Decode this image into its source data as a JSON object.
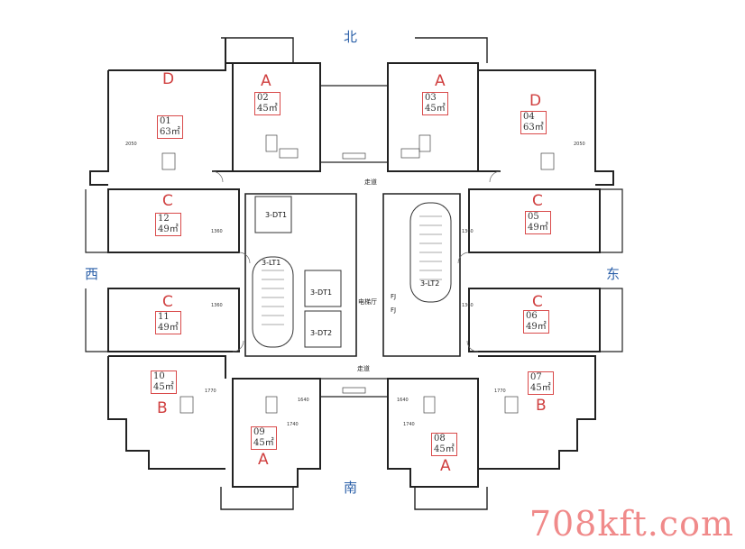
{
  "compass": {
    "north": "北",
    "south": "南",
    "west": "西",
    "east": "东"
  },
  "units": [
    {
      "id": "01",
      "area": "63㎡",
      "type": "D"
    },
    {
      "id": "02",
      "area": "45㎡",
      "type": "A"
    },
    {
      "id": "03",
      "area": "45㎡",
      "type": "A"
    },
    {
      "id": "04",
      "area": "63㎡",
      "type": "D"
    },
    {
      "id": "05",
      "area": "49㎡",
      "type": "C"
    },
    {
      "id": "06",
      "area": "49㎡",
      "type": "C"
    },
    {
      "id": "07",
      "area": "45㎡",
      "type": "B"
    },
    {
      "id": "08",
      "area": "45㎡",
      "type": "A"
    },
    {
      "id": "09",
      "area": "45㎡",
      "type": "A"
    },
    {
      "id": "10",
      "area": "45㎡",
      "type": "B"
    },
    {
      "id": "11",
      "area": "49㎡",
      "type": "C"
    },
    {
      "id": "12",
      "area": "49㎡",
      "type": "C"
    }
  ],
  "labels": {
    "corridor_top": "走道",
    "corridor_bottom": "走道",
    "elevator_hall": "电梯厅",
    "stair1": "3-LT1",
    "stair2": "3-LT2",
    "elevator1": "3-DT1",
    "elevator2": "3-DT2",
    "shaft_top": "3-DT1",
    "fj1": "FJ",
    "fj2": "FJ"
  },
  "dimensions": [
    "1740",
    "1740",
    "1640",
    "1640",
    "1360",
    "1360",
    "1360",
    "1360",
    "1770",
    "1770",
    "2050",
    "2050"
  ],
  "watermark": "708kft.com"
}
